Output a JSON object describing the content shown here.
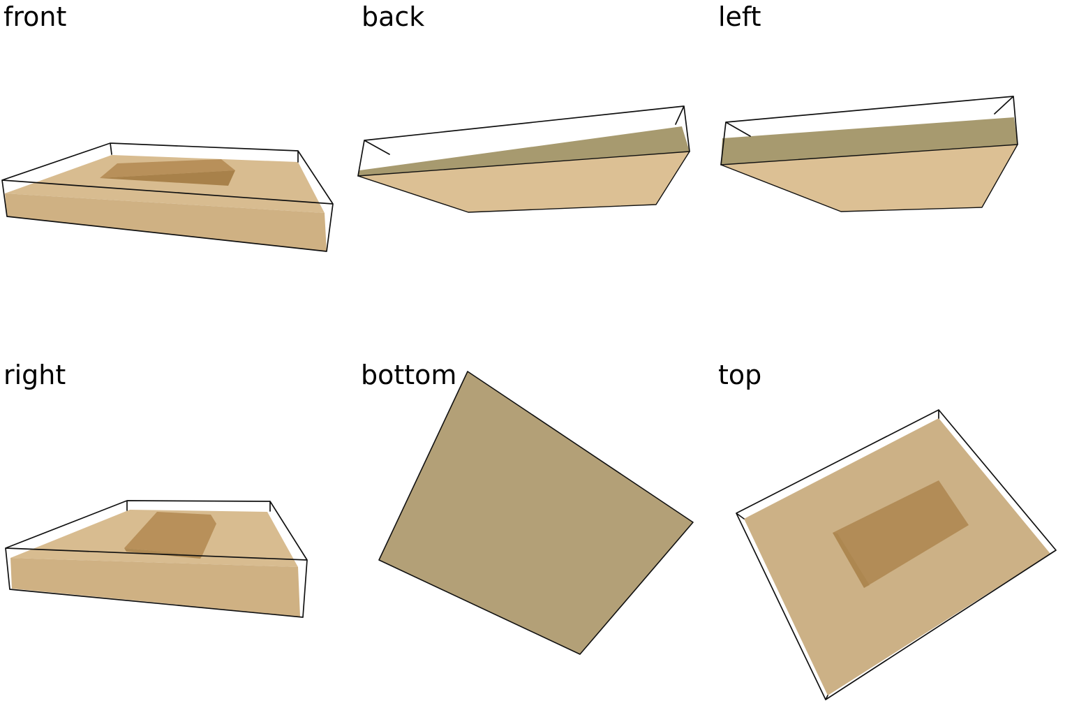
{
  "figure": {
    "description_labels_only": "six-view figure of a flat tan slab object",
    "background": "#ffffff"
  },
  "views": [
    {
      "id": "front",
      "label": "front"
    },
    {
      "id": "back",
      "label": "back"
    },
    {
      "id": "left",
      "label": "left"
    },
    {
      "id": "right",
      "label": "right"
    },
    {
      "id": "bottom",
      "label": "bottom"
    },
    {
      "id": "top",
      "label": "top"
    }
  ],
  "palette": {
    "outline": "#101010",
    "label_color": "#000000",
    "slab_top": "#d8bc90",
    "slab_side": "#cfb183",
    "slab_bottom_light": "#dcc094",
    "slab_bottom_dark": "#b3a077",
    "band_olive": "#a79a6f",
    "top_face_muted": "#ccb186",
    "patch_top": "#b8905a",
    "patch_top_muted": "#b28c57",
    "patch_side": "#a8814a"
  }
}
